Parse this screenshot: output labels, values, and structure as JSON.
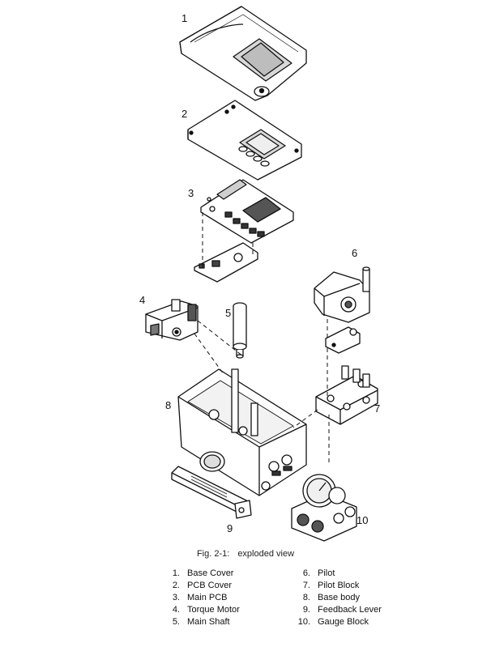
{
  "figure": {
    "caption_number": "Fig. 2-1:",
    "caption_text": "exploded view",
    "callouts": [
      "1",
      "2",
      "3",
      "4",
      "5",
      "6",
      "7",
      "8",
      "9",
      "10"
    ]
  },
  "legend": {
    "left": [
      {
        "num": "1.",
        "label": "Base Cover"
      },
      {
        "num": "2.",
        "label": "PCB Cover"
      },
      {
        "num": "3.",
        "label": "Main PCB"
      },
      {
        "num": "4.",
        "label": "Torque Motor"
      },
      {
        "num": "5.",
        "label": "Main Shaft"
      }
    ],
    "right": [
      {
        "num": "6.",
        "label": "Pilot"
      },
      {
        "num": "7.",
        "label": "Pilot Block"
      },
      {
        "num": "8.",
        "label": "Base body"
      },
      {
        "num": "9.",
        "label": "Feedback Lever"
      },
      {
        "num": "10.",
        "label": "Gauge Block"
      }
    ]
  }
}
